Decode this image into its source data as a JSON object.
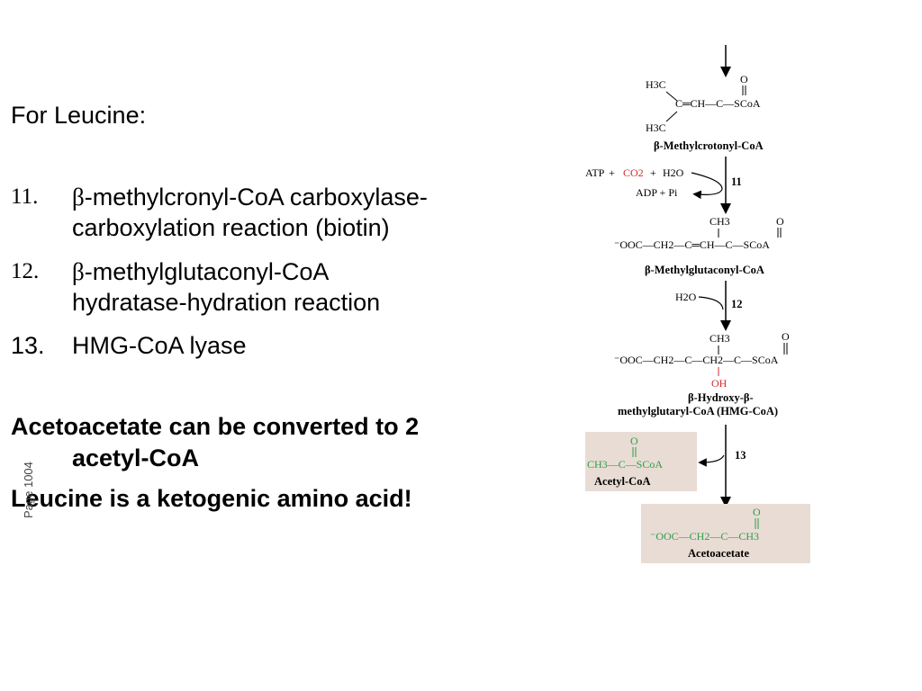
{
  "slide": {
    "heading": "For Leucine:",
    "items": [
      {
        "num": "11.",
        "beta": "β",
        "text_line1": "-methylcronyl-CoA carboxylase-",
        "text_line2": "carboxylation reaction (biotin)"
      },
      {
        "num": "12.",
        "beta": "β",
        "text_line1": "-methylglutaconyl-CoA",
        "text_line2": "hydratase-hydration reaction"
      },
      {
        "num": "13.",
        "beta": "",
        "text_line1": "HMG-CoA lyase",
        "text_line2": ""
      }
    ],
    "note_line1": "Acetoacetate can be converted to 2",
    "note_line2": "acetyl-CoA",
    "note_line3": "Leucine is a ketogenic amino acid!",
    "page_label": "Page 1004"
  },
  "diagram": {
    "compound1": {
      "h3c_top": "H3C",
      "h3c_bottom": "H3C",
      "chain": "C═CH—C—SCoA",
      "o": "O",
      "name": "β-Methylcrotonyl-CoA"
    },
    "step11": {
      "number": "11",
      "in_atp": "ATP",
      "in_co2": "CO2",
      "in_h2o": "H2O",
      "out": "ADP + Pi"
    },
    "compound2": {
      "ch3": "CH3",
      "o": "O",
      "chain": "⁻OOC—CH2—C═CH—C—SCoA",
      "name": "β-Methylglutaconyl-CoA"
    },
    "step12": {
      "number": "12",
      "in": "H2O"
    },
    "compound3": {
      "ch3": "CH3",
      "o": "O",
      "oh": "OH",
      "chain": "⁻OOC—CH2—C—CH2—C—SCoA",
      "name_line1": "β-Hydroxy-β-",
      "name_line2": "methylglutaryl-CoA (HMG-CoA)"
    },
    "step13": {
      "number": "13"
    },
    "acetyl": {
      "o": "O",
      "chain": "CH3—C—SCoA",
      "name": "Acetyl-CoA"
    },
    "acetoacetate": {
      "o": "O",
      "chain": "⁻OOC—CH2—C—CH3",
      "name": "Acetoacetate"
    },
    "colors": {
      "red": "#d42a2a",
      "green": "#2e9e48",
      "box": "#e8dcd4"
    }
  }
}
